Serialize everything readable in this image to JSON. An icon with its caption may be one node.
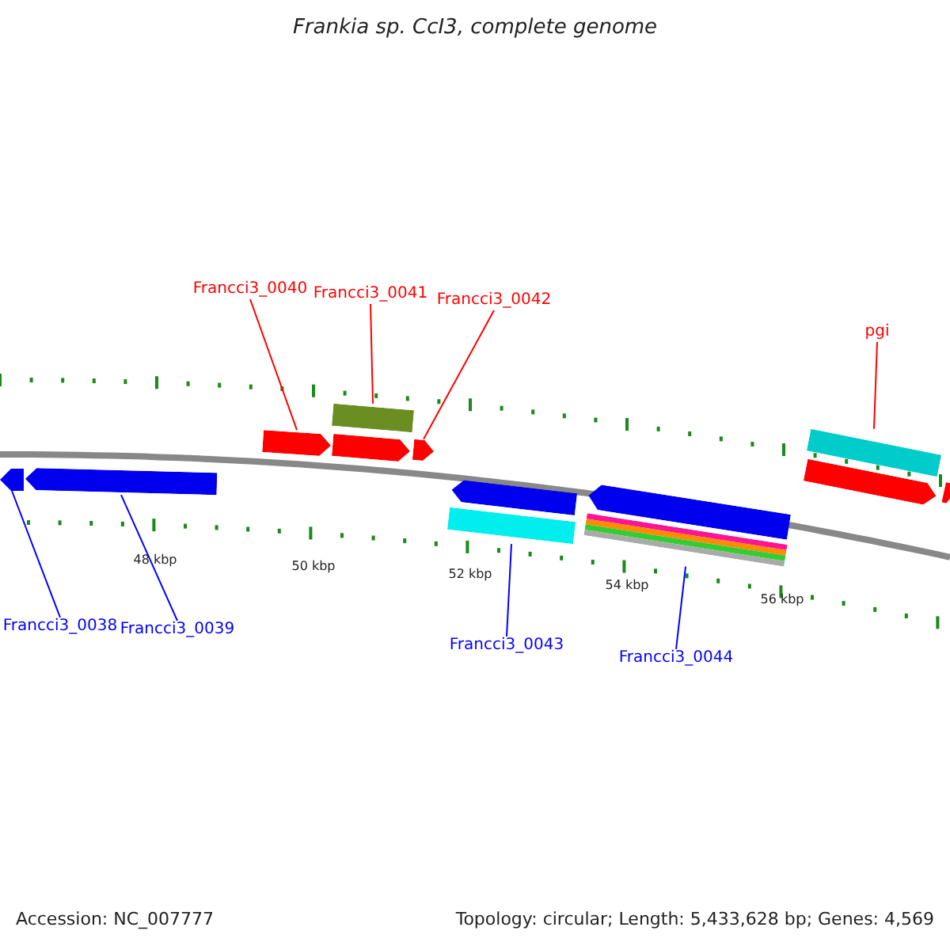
{
  "diagram": {
    "title": "Frankia sp. CcI3, complete genome",
    "nodes": [
      {
        "text": [
          "Francci3_0040"
        ]
      },
      {
        "text": [
          "Francci3_0041"
        ]
      },
      {
        "text": [
          "Francci3_0042"
        ]
      },
      {
        "text": [
          "pgi"
        ]
      },
      {
        "text": [],
        "shape": "bar"
      },
      {
        "text": [],
        "shape": "pentagon"
      },
      {
        "text": [],
        "shape": "pentagon"
      },
      {
        "text": [],
        "shape": "pentagon"
      },
      {
        "text": [],
        "shape": "bar"
      },
      {
        "text": [],
        "shape": "pentagon"
      },
      {
        "text": [],
        "shape": "pentagon"
      },
      {
        "text": [],
        "shape": "pentagon"
      },
      {
        "text": [],
        "shape": "pentagon"
      },
      {
        "text": [],
        "shape": "pentagon"
      },
      {
        "text": [],
        "shape": "bar"
      },
      {
        "text": [],
        "shape": "pentagon"
      },
      {
        "text": [],
        "shape": "bar"
      },
      {
        "text": [
          "Francci3_0038"
        ]
      },
      {
        "text": [
          "Francci3_0039"
        ]
      },
      {
        "text": [
          "Francci3_0043"
        ]
      },
      {
        "text": [
          "Francci3_0044"
        ]
      }
    ],
    "edges": [
      {
        "from": 0,
        "to": 5,
        "arrow": "none",
        "color": "#ff0000"
      },
      {
        "from": 1,
        "to": 4,
        "arrow": "none",
        "color": "#ff0000"
      },
      {
        "from": 2,
        "to": 7,
        "arrow": "none",
        "color": "#ff0000"
      },
      {
        "from": 3,
        "to": 8,
        "arrow": "none",
        "color": "#ff0000"
      },
      {
        "from": 17,
        "to": 11,
        "arrow": "none",
        "color": "#0000ff"
      },
      {
        "from": 18,
        "to": 12,
        "arrow": "none",
        "color": "#0000ff"
      },
      {
        "from": 19,
        "to": 14,
        "arrow": "none",
        "color": "#0000ff"
      },
      {
        "from": 20,
        "to": 16,
        "arrow": "none",
        "color": "#0000ff"
      }
    ],
    "labels": [
      "48 kbp",
      "50 kbp",
      "52 kbp",
      "54 kbp",
      "56 kbp",
      "Accession: NC_007777",
      "Topology: circular; Length: 5,433,628 bp; Genes: 4,569"
    ]
  }
}
